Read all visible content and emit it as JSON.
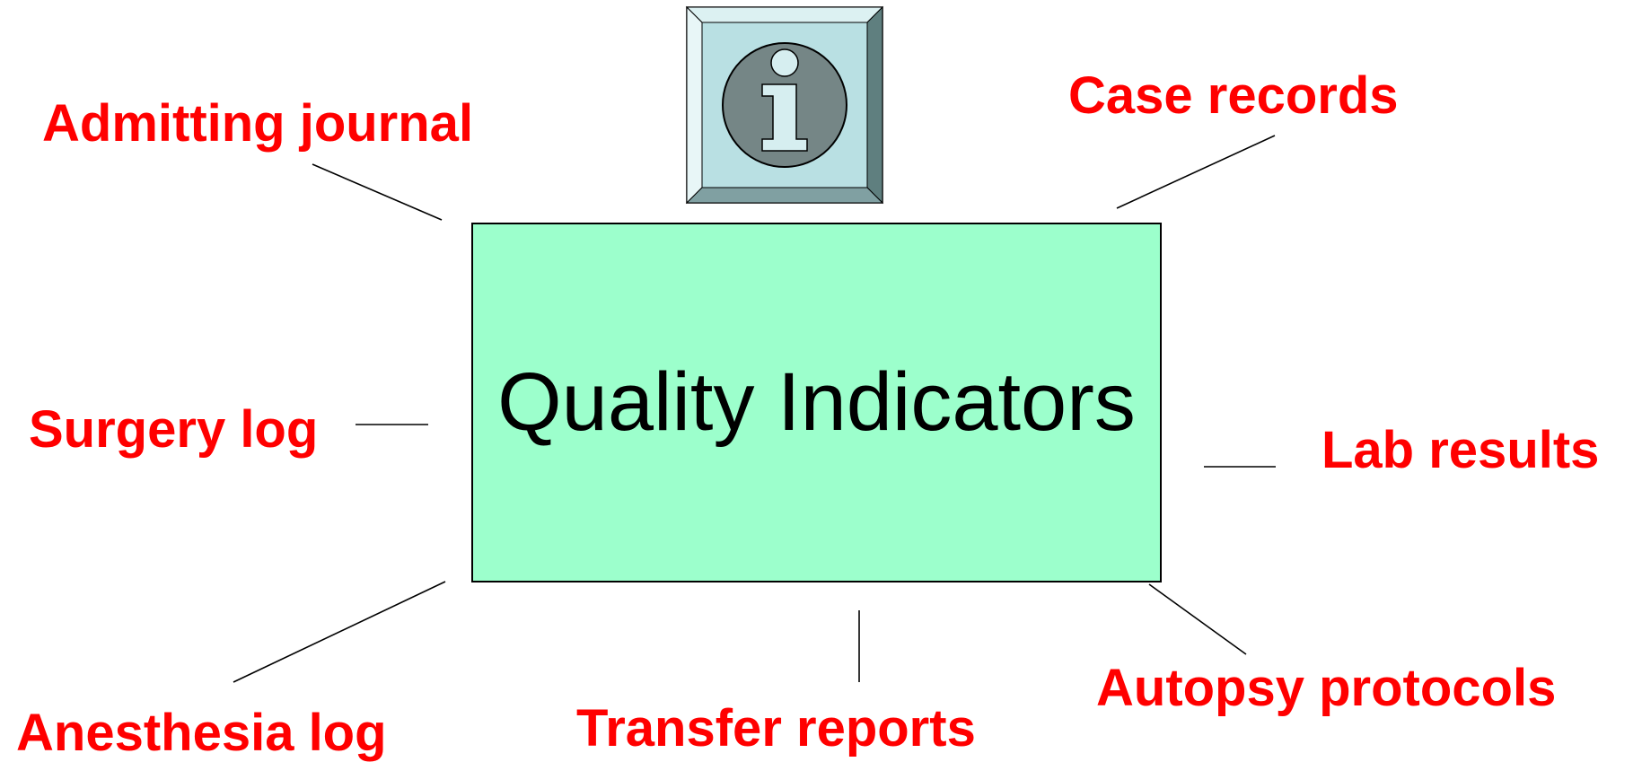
{
  "center": {
    "title": "Quality Indicators",
    "fill": "#9cffcc"
  },
  "sources": {
    "admitting_journal": "Admitting journal",
    "case_records": "Case records",
    "surgery_log": "Surgery log",
    "lab_results": "Lab results",
    "autopsy_protocols": "Autopsy protocols",
    "anesthesia_log": "Anesthesia log",
    "transfer_reports": "Transfer reports"
  },
  "icon": {
    "name": "info-icon",
    "symbol": "i"
  },
  "colors": {
    "label": "#ff0000",
    "box_fill": "#9cffcc",
    "icon_frame": "#b9e0e3",
    "icon_circle": "#758686"
  }
}
